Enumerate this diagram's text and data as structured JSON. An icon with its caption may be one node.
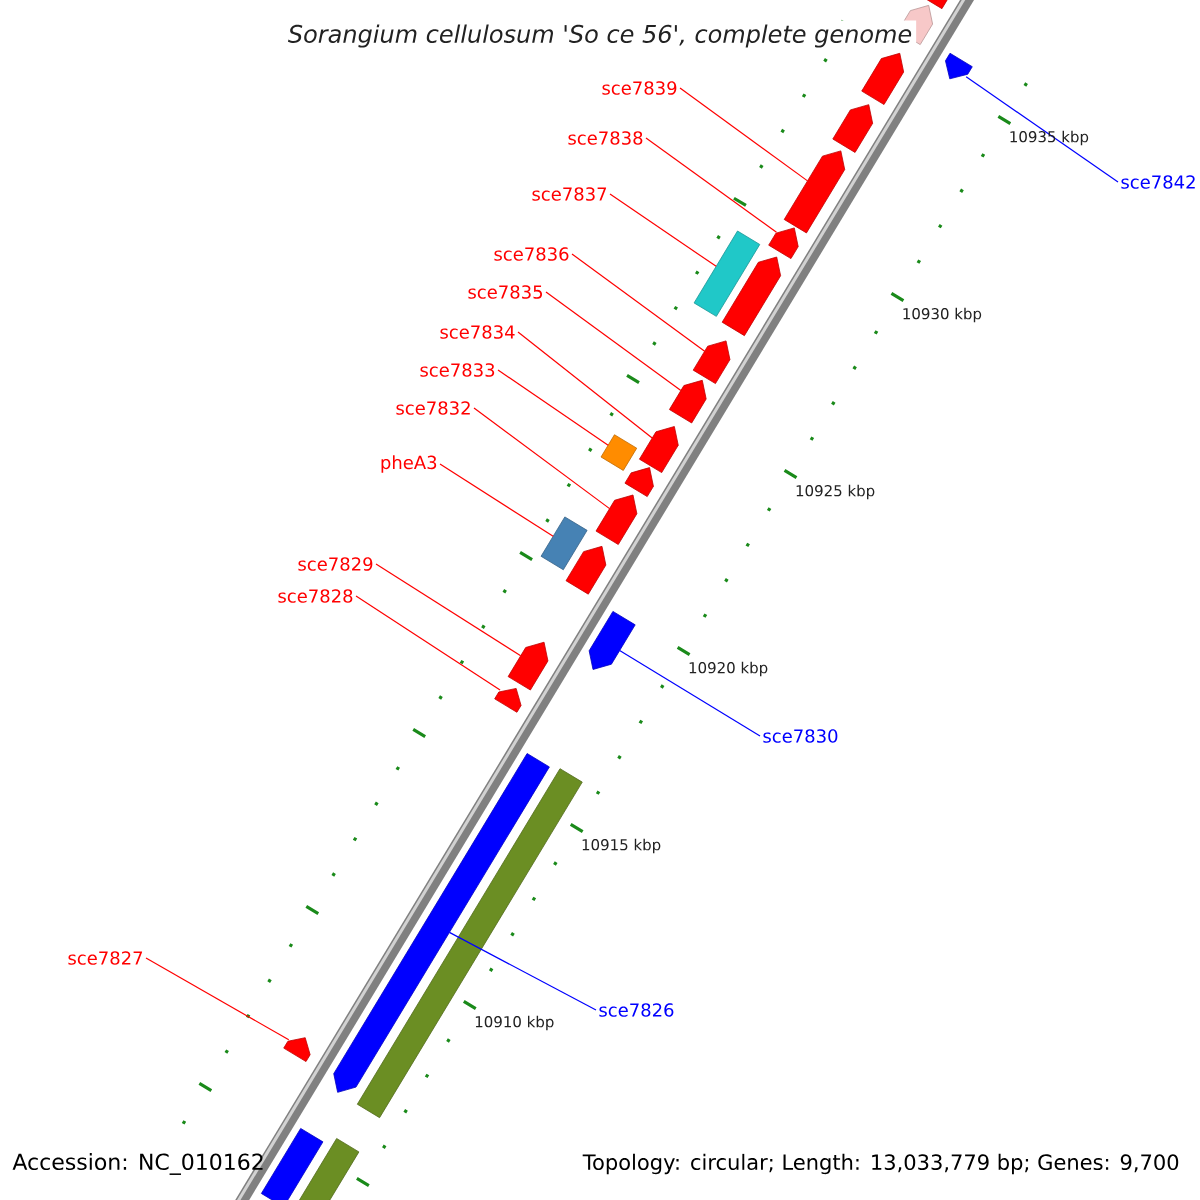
{
  "diagram": {
    "title": "Sorangium cellulosum 'So ce 56', complete genome",
    "nodes": [
      {
        "text": [
          "sce7839"
        ]
      },
      {
        "text": [
          "sce7838"
        ]
      },
      {
        "text": [
          "sce7842"
        ]
      },
      {
        "text": [
          "sce7837"
        ]
      },
      {
        "text": [
          "sce7836"
        ]
      },
      {
        "text": [
          "sce7835"
        ]
      },
      {
        "text": [
          "sce7834"
        ]
      },
      {
        "text": [
          "sce7833"
        ]
      },
      {
        "text": [
          "sce7832"
        ]
      },
      {
        "text": [
          "pheA3"
        ]
      },
      {
        "text": [
          "sce7829"
        ]
      },
      {
        "text": [
          "sce7828"
        ]
      },
      {
        "text": [
          "sce7830"
        ]
      },
      {
        "text": [
          "sce7827"
        ]
      },
      {
        "text": [
          "sce7826"
        ]
      },
      {
        "text": [],
        "shape": "arrow"
      },
      {
        "text": [],
        "shape": "arrow"
      },
      {
        "text": [],
        "shape": "arrow"
      },
      {
        "text": [],
        "shape": "bar"
      },
      {
        "text": [],
        "shape": "arrow"
      },
      {
        "text": [],
        "shape": "arrow"
      },
      {
        "text": [],
        "shape": "arrow"
      },
      {
        "text": [],
        "shape": "bar"
      },
      {
        "text": [],
        "shape": "arrow"
      },
      {
        "text": [],
        "shape": "bar"
      },
      {
        "text": [],
        "shape": "arrow"
      },
      {
        "text": [],
        "shape": "arrow"
      },
      {
        "text": [],
        "shape": "arrow"
      },
      {
        "text": [],
        "shape": "arrow"
      },
      {
        "text": [],
        "shape": "arrow"
      },
      {
        "text": [],
        "shape": "arrow"
      },
      {
        "text": [],
        "shape": "arrow"
      },
      {
        "text": [],
        "shape": "arrow"
      },
      {
        "text": [],
        "shape": "arrow"
      },
      {
        "text": [],
        "shape": "arrow"
      },
      {
        "text": [],
        "shape": "arrow"
      },
      {
        "text": [],
        "shape": "arrow"
      },
      {
        "text": [],
        "shape": "bar"
      },
      {
        "text": [],
        "shape": "bar"
      },
      {
        "text": [],
        "shape": "bar"
      }
    ],
    "edges": [
      {
        "from": 0,
        "to": 16,
        "arrow": "none"
      },
      {
        "from": 1,
        "to": 17,
        "arrow": "none"
      },
      {
        "from": 2,
        "to": 15,
        "arrow": "none",
        "color": "#0000ff"
      },
      {
        "from": 3,
        "to": 18,
        "arrow": "none"
      },
      {
        "from": 4,
        "to": 19,
        "arrow": "none"
      },
      {
        "from": 5,
        "to": 20,
        "arrow": "none"
      },
      {
        "from": 6,
        "to": 21,
        "arrow": "none"
      },
      {
        "from": 7,
        "to": 22,
        "arrow": "none"
      },
      {
        "from": 8,
        "to": 23,
        "arrow": "none"
      },
      {
        "from": 9,
        "to": 24,
        "arrow": "none"
      },
      {
        "from": 10,
        "to": 26,
        "arrow": "none"
      },
      {
        "from": 11,
        "to": 27,
        "arrow": "none"
      },
      {
        "from": 12,
        "to": 25,
        "arrow": "none",
        "color": "#0000ff"
      },
      {
        "from": 13,
        "to": 29,
        "arrow": "none"
      },
      {
        "from": 14,
        "to": 28,
        "arrow": "none",
        "color": "#0000ff"
      }
    ],
    "labels": [
      "10935 kbp",
      "10930 kbp",
      "10925 kbp",
      "10920 kbp",
      "10915 kbp",
      "10910 kbp",
      "Accession: NC_010162",
      "Topology: circular; Length: 13,033,779 bp; Genes: 9,700"
    ]
  }
}
